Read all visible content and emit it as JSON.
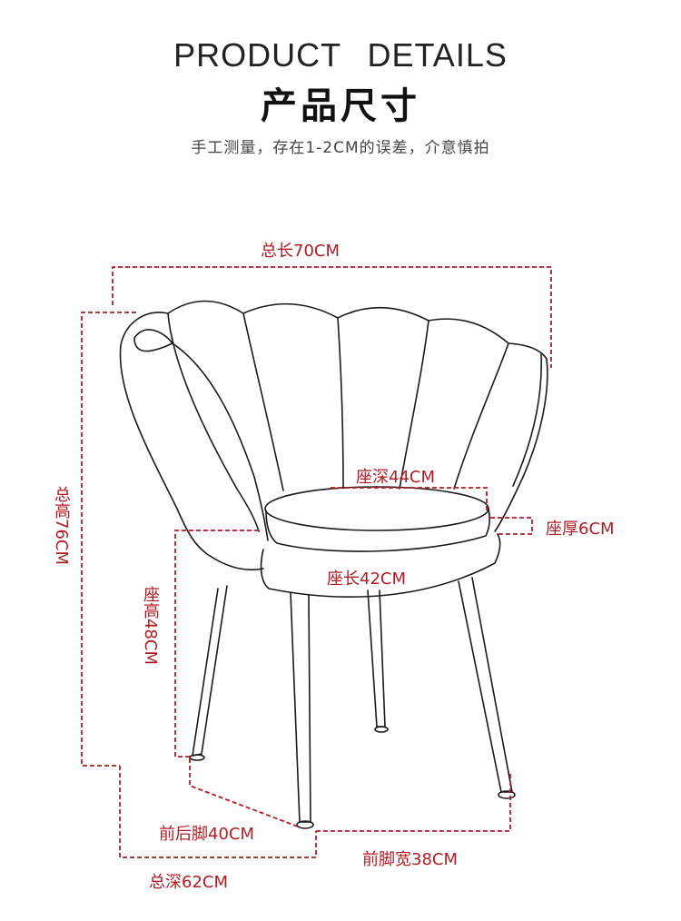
{
  "header": {
    "title_en": "PRODUCT DETAILS",
    "title_cn": "产品尺寸",
    "note": "手工测量，存在1-2CM的误差，介意慎拍"
  },
  "dimensions": {
    "total_length": "总长70CM",
    "total_height": "总高76CM",
    "seat_depth": "座深44CM",
    "seat_thickness": "座厚6CM",
    "seat_length": "座长42CM",
    "seat_height": "座高48CM",
    "front_back_legs": "前后脚40CM",
    "front_leg_width": "前脚宽38CM",
    "total_depth": "总深62CM"
  },
  "colors": {
    "dimension_red": "#b01c24",
    "outline": "#1a1a1a"
  }
}
